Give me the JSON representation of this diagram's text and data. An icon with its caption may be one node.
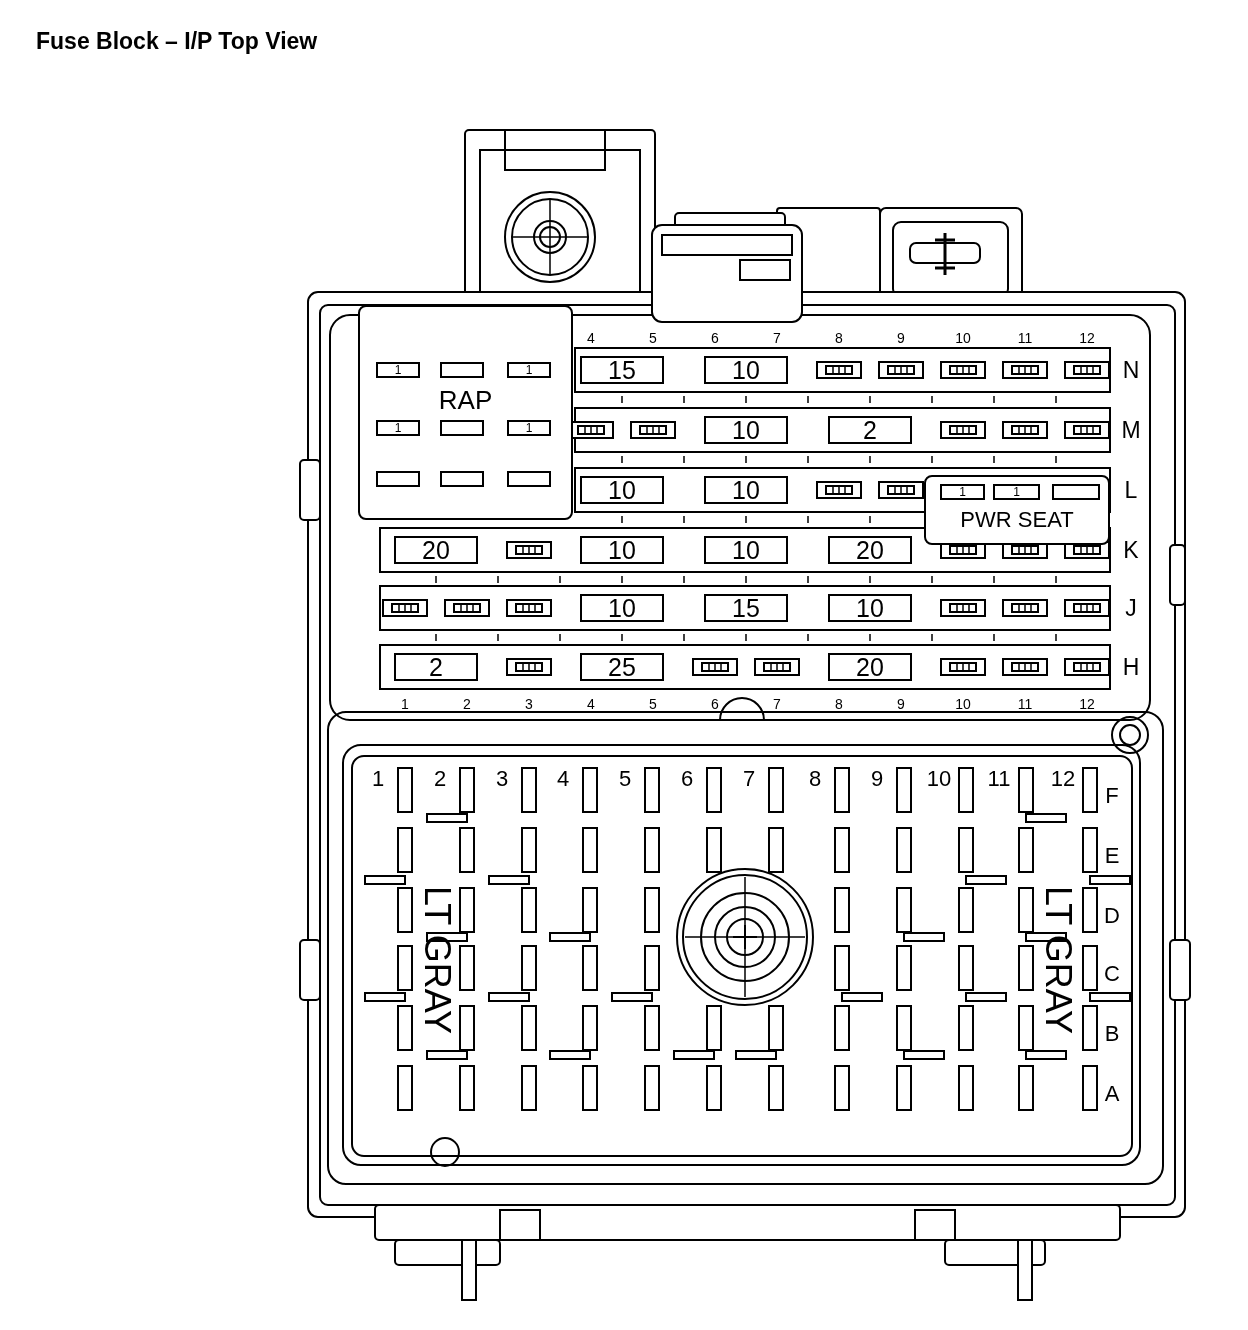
{
  "diagram": {
    "title": "Fuse Block – I/P Top View",
    "nodes": [
      {
        "text": [
          "RAP"
        ]
      },
      {
        "text": [
          "1"
        ],
        "in": 0
      },
      {
        "text": [],
        "shape": "box",
        "in": 0
      },
      {
        "text": [
          "1"
        ],
        "in": 0
      },
      {
        "text": [
          "1"
        ],
        "in": 0
      },
      {
        "text": [],
        "shape": "box",
        "in": 0
      },
      {
        "text": [
          "1"
        ],
        "in": 0
      },
      {
        "text": [],
        "shape": "box",
        "in": 0
      },
      {
        "text": [],
        "shape": "box",
        "in": 0
      },
      {
        "text": [],
        "shape": "box",
        "in": 0
      },
      {
        "text": [
          "PWR SEAT"
        ]
      },
      {
        "text": [
          "1"
        ],
        "in": 10
      },
      {
        "text": [
          "1"
        ],
        "in": 10
      },
      {
        "text": [],
        "shape": "box",
        "in": 10
      },
      {
        "text": [
          "15"
        ]
      },
      {
        "text": [
          "10"
        ]
      },
      {
        "text": [
          "10"
        ]
      },
      {
        "text": [
          "2"
        ]
      },
      {
        "text": [
          "10"
        ]
      },
      {
        "text": [
          "10"
        ]
      },
      {
        "text": [
          "20"
        ]
      },
      {
        "text": [
          "10"
        ]
      },
      {
        "text": [
          "10"
        ]
      },
      {
        "text": [
          "20"
        ]
      },
      {
        "text": [
          "10"
        ]
      },
      {
        "text": [
          "15"
        ]
      },
      {
        "text": [
          "10"
        ]
      },
      {
        "text": [
          "2"
        ]
      },
      {
        "text": [
          "25"
        ]
      },
      {
        "text": [
          "20"
        ]
      }
    ],
    "edges": [],
    "labels": [
      "4",
      "5",
      "6",
      "7",
      "8",
      "9",
      "10",
      "11",
      "12",
      "N",
      "M",
      "L",
      "K",
      "J",
      "H",
      "1",
      "2",
      "3",
      "4",
      "5",
      "6",
      "7",
      "8",
      "9",
      "10",
      "11",
      "12",
      "1",
      "2",
      "3",
      "4",
      "5",
      "6",
      "7",
      "8",
      "9",
      "10",
      "11",
      "12",
      "F",
      "E",
      "D",
      "C",
      "B",
      "A",
      "LT GRAY",
      "LT GRAY"
    ]
  }
}
